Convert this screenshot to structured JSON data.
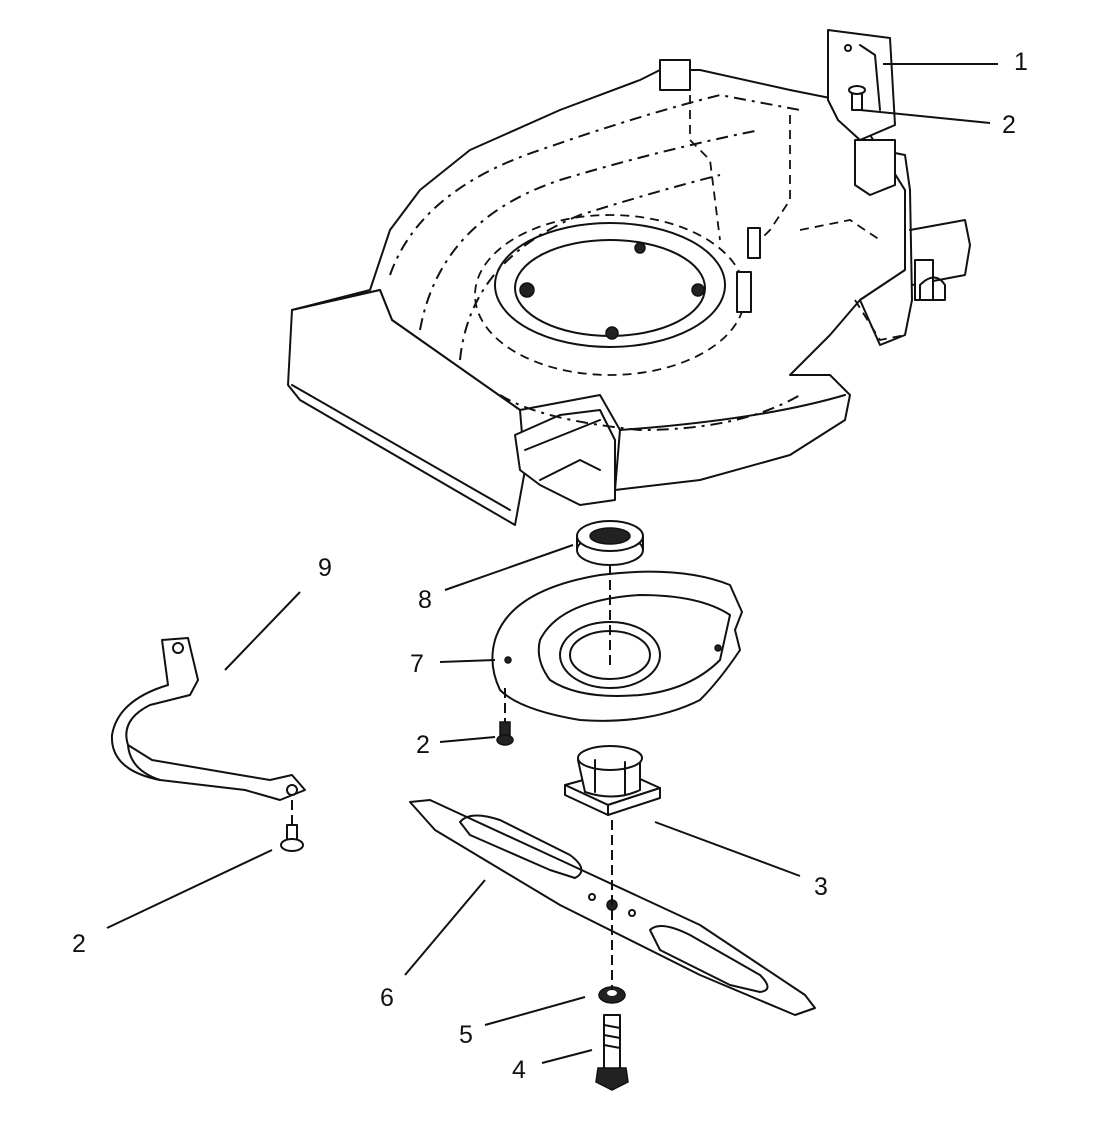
{
  "callouts": {
    "c1": "1",
    "c2_top": "2",
    "c2_mid": "2",
    "c2_left": "2",
    "c3": "3",
    "c4": "4",
    "c5": "5",
    "c6": "6",
    "c7": "7",
    "c8": "8",
    "c9": "9"
  }
}
